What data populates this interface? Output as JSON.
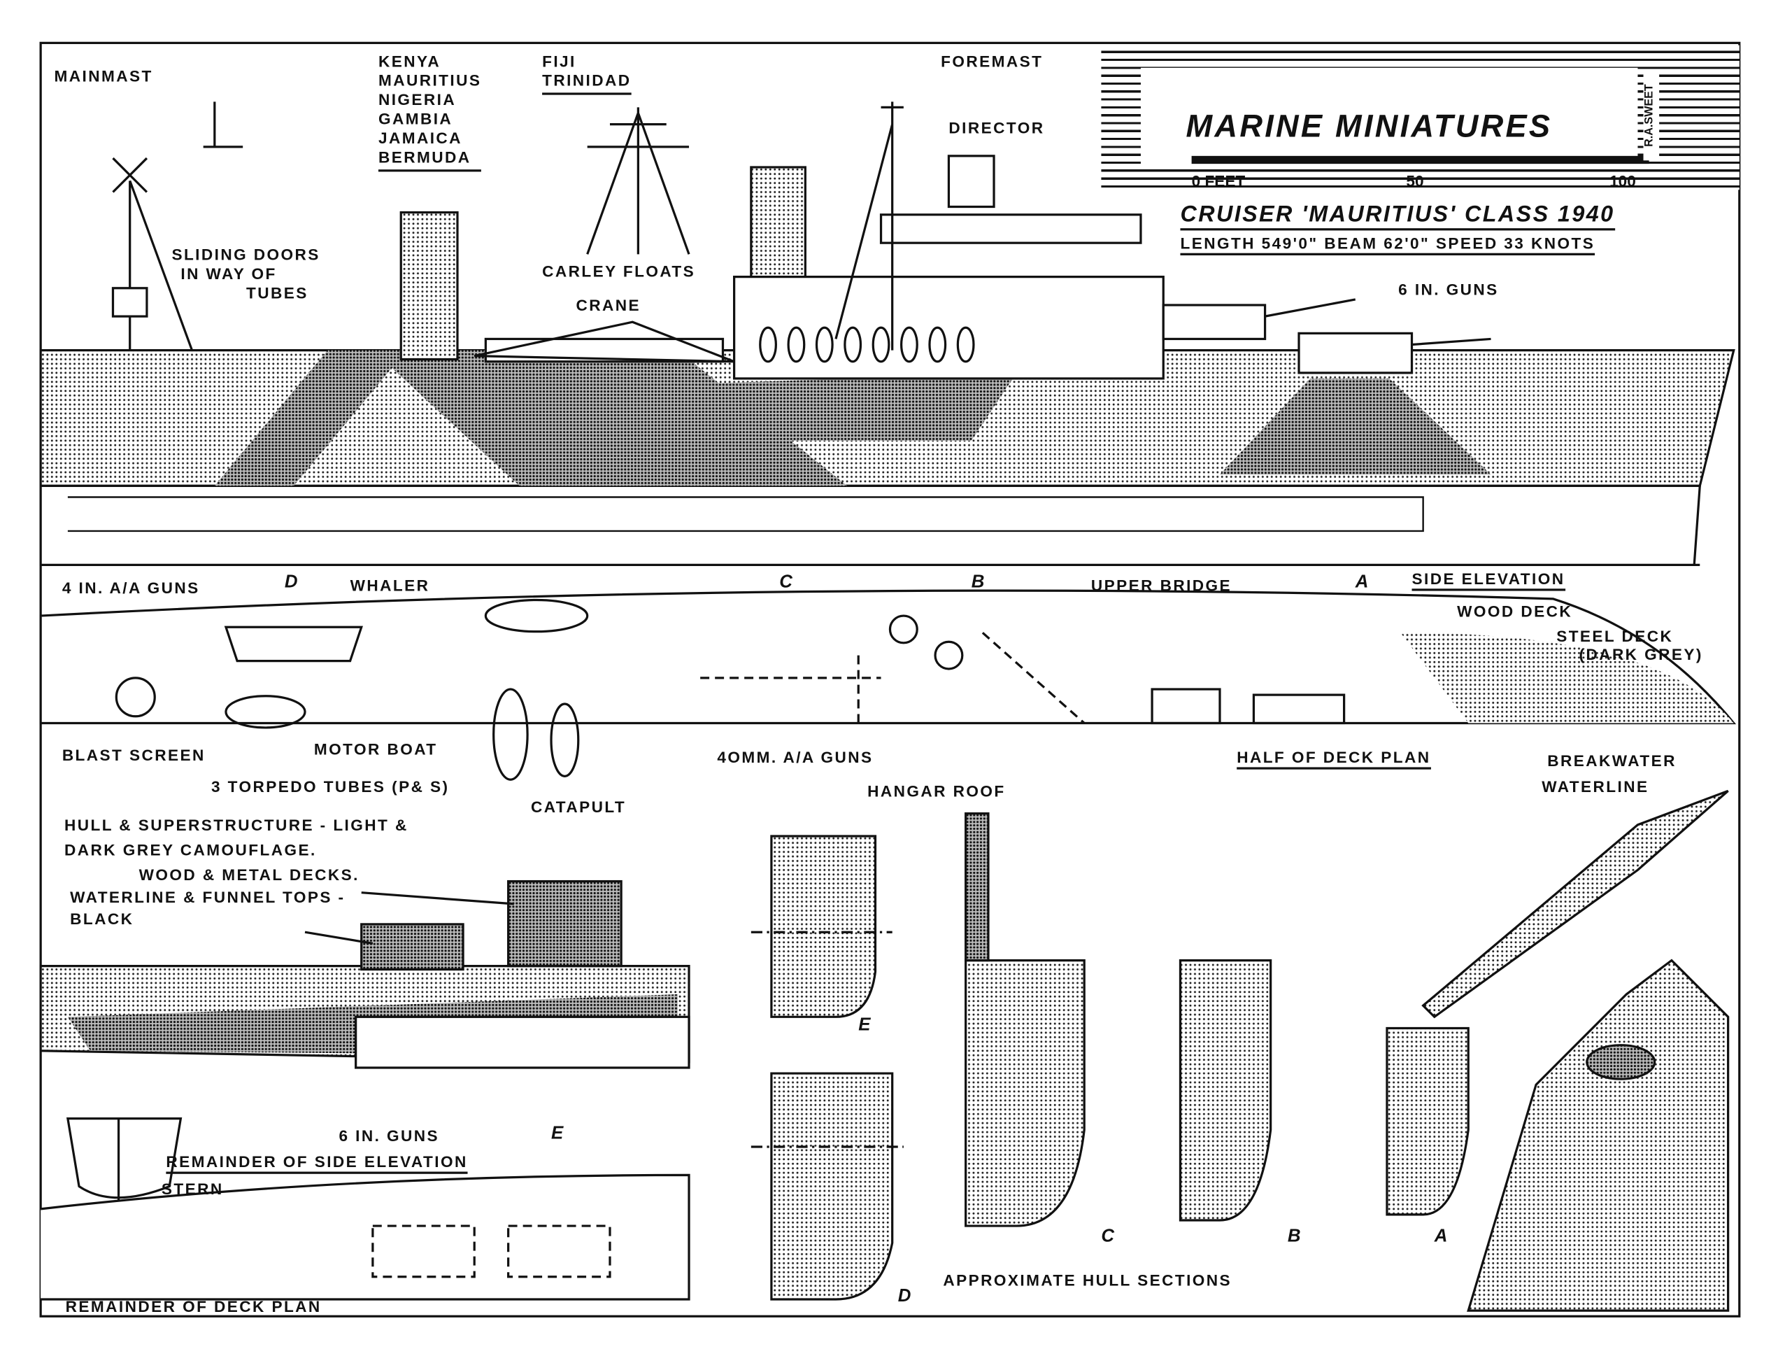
{
  "title_block": {
    "brand": "MARINE MINIATURES",
    "scale_labels": [
      "0 FEET",
      "50",
      "100"
    ],
    "artist_signature": "R.A.SWEET"
  },
  "ship": {
    "title": "CRUISER 'MAURITIUS' CLASS  1940",
    "specs": "LENGTH 549'0\"   BEAM 62'0\"   SPEED 33 KNOTS"
  },
  "class_lists": {
    "group_1": [
      "KENYA",
      "MAURITIUS",
      "NIGERIA",
      "GAMBIA",
      "JAMAICA",
      "BERMUDA"
    ],
    "group_2": [
      "FIJI",
      "TRINIDAD"
    ]
  },
  "side_elevation_labels": {
    "mainmast": "MAINMAST",
    "foremast": "FOREMAST",
    "director": "DIRECTOR",
    "sliding_doors": [
      "SLIDING DOORS",
      "IN WAY OF",
      "TUBES"
    ],
    "carley_floats": "CARLEY FLOATS",
    "crane": "CRANE",
    "six_in_guns": "6 IN. GUNS",
    "side_elevation": "SIDE ELEVATION"
  },
  "deck_plan_labels": {
    "aa_guns_4in": "4 IN. A/A GUNS",
    "whaler": "WHALER",
    "upper_bridge": "UPPER BRIDGE",
    "wood_deck": "WOOD DECK",
    "steel_deck": [
      "STEEL DECK",
      "(DARK GREY)"
    ],
    "blast_screen": "BLAST SCREEN",
    "motor_boat": "MOTOR BOAT",
    "aa_guns_40mm": "4OMM. A/A GUNS",
    "half_deck_plan": "HALF OF DECK PLAN",
    "breakwater": "BREAKWATER",
    "torpedo_tubes": "3 TORPEDO TUBES (P& S)",
    "hangar_roof": "HANGAR ROOF",
    "waterline": "WATERLINE",
    "catapult": "CATAPULT"
  },
  "section_markers": [
    "D",
    "C",
    "B",
    "A",
    "E"
  ],
  "notes": [
    "HULL & SUPERSTRUCTURE - LIGHT &",
    "DARK GREY  CAMOUFLAGE.",
    "WOOD & METAL DECKS.",
    "WATERLINE & FUNNEL TOPS -",
    "BLACK"
  ],
  "lower_labels": {
    "six_in_guns": "6 IN. GUNS",
    "remainder_side": "REMAINDER OF SIDE ELEVATION",
    "stern": "STERN",
    "remainder_deck": "REMAINDER OF DECK PLAN",
    "hull_sections": "APPROXIMATE HULL SECTIONS",
    "section_letters": [
      "E",
      "D",
      "C",
      "B",
      "A"
    ]
  }
}
